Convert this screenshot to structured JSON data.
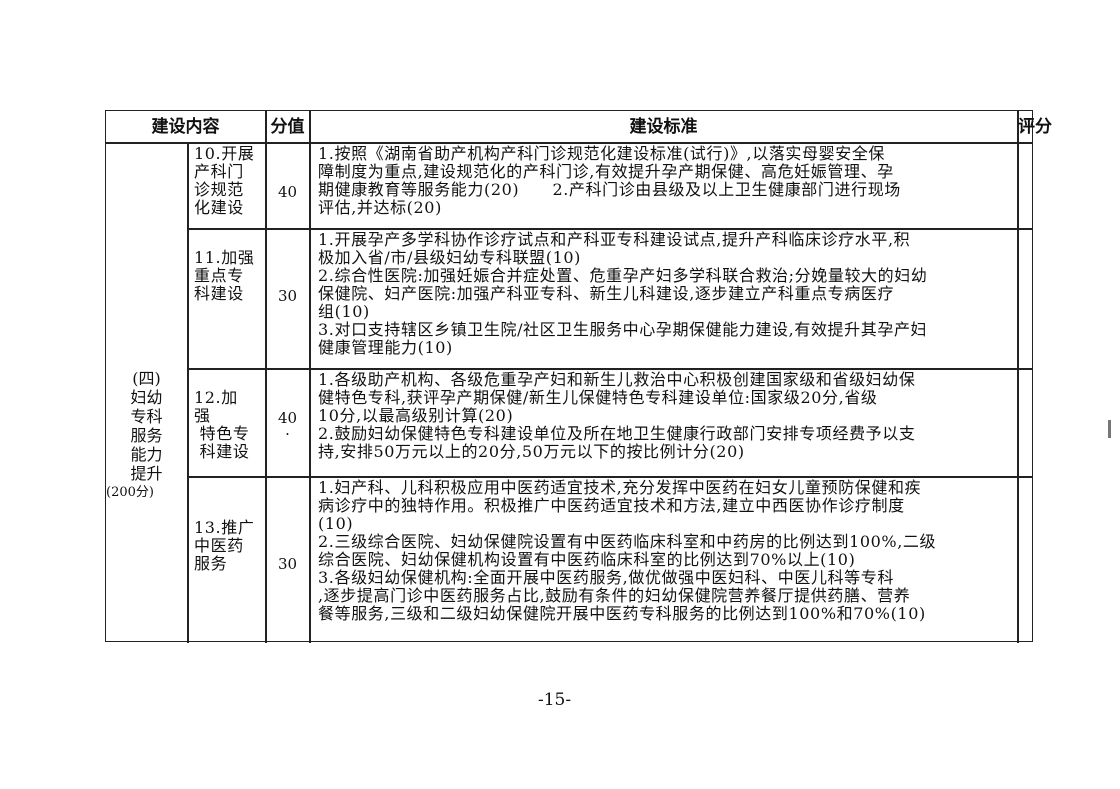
{
  "table": {
    "headers": {
      "content": "建设内容",
      "score": "分值",
      "standard": "建设标准",
      "rating": "评分"
    },
    "category": {
      "lines": [
        "(四)",
        "妇幼",
        "专科",
        "服务",
        "能力",
        "提升",
        "(200分)"
      ]
    },
    "rows": [
      {
        "item": [
          "10.开展",
          "产科门",
          "诊规范",
          "化建设"
        ],
        "score": "40",
        "standard": [
          "1.按照《湖南省助产机构产科门诊规范化建设标准(试行)》,以落实母婴安全保",
          "障制度为重点,建设规范化的产科门诊,有效提升孕产期保健、高危妊娠管理、孕",
          "期健康教育等服务能力(20)　　2.产科门诊由县级及以上卫生健康部门进行现场",
          "评估,并达标(20)"
        ]
      },
      {
        "item": [
          "11.加强",
          "重点专",
          "科建设"
        ],
        "score": "30",
        "standard": [
          "1.开展孕产多学科协作诊疗试点和产科亚专科建设试点,提升产科临床诊疗水平,积",
          "极加入省/市/县级妇幼专科联盟(10)",
          "2.综合性医院:加强妊娠合并症处置、危重孕产妇多学科联合救治;分娩量较大的妇幼",
          "保健院、妇产医院:加强产科亚专科、新生儿科建设,逐步建立产科重点专病医疗",
          "组(10)",
          "3.对口支持辖区乡镇卫生院/社区卫生服务中心孕期保健能力建设,有效提升其孕产妇",
          "健康管理能力(10)"
        ]
      },
      {
        "item": [
          "12.加",
          "强",
          " 特色专",
          " 科建设"
        ],
        "score": "40",
        "standard": [
          "1.各级助产机构、各级危重孕产妇和新生儿救治中心积极创建国家级和省级妇幼保",
          "健特色专科,获评孕产期保健/新生儿保健特色专科建设单位:国家级20分,省级",
          "10分,以最高级别计算(20)",
          "2.鼓励妇幼保健特色专科建设单位及所在地卫生健康行政部门安排专项经费予以支",
          "持,安排50万元以上的20分,50万元以下的按比例计分(20)"
        ]
      },
      {
        "item": [
          "13.推广",
          "中医药",
          "服务"
        ],
        "score": "30",
        "standard": [
          "1.妇产科、儿科积极应用中医药适宜技术,充分发挥中医药在妇女儿童预防保健和疾",
          "病诊疗中的独特作用。积极推广中医药适宜技术和方法,建立中西医协作诊疗制度",
          "(10)",
          "2.三级综合医院、妇幼保健院设置有中医药临床科室和中药房的比例达到100%,二级",
          "综合医院、妇幼保健机构设置有中医药临床科室的比例达到70%以上(10)",
          "3.各级妇幼保健机构:全面开展中医药服务,做优做强中医妇科、中医儿科等专科",
          ",逐步提高门诊中医药服务占比,鼓励有条件的妇幼保健院营养餐厅提供药膳、营养",
          "餐等服务,三级和二级妇幼保健院开展中医药专科服务的比例达到100%和70%(10)"
        ]
      }
    ]
  },
  "page_number": "-15-"
}
